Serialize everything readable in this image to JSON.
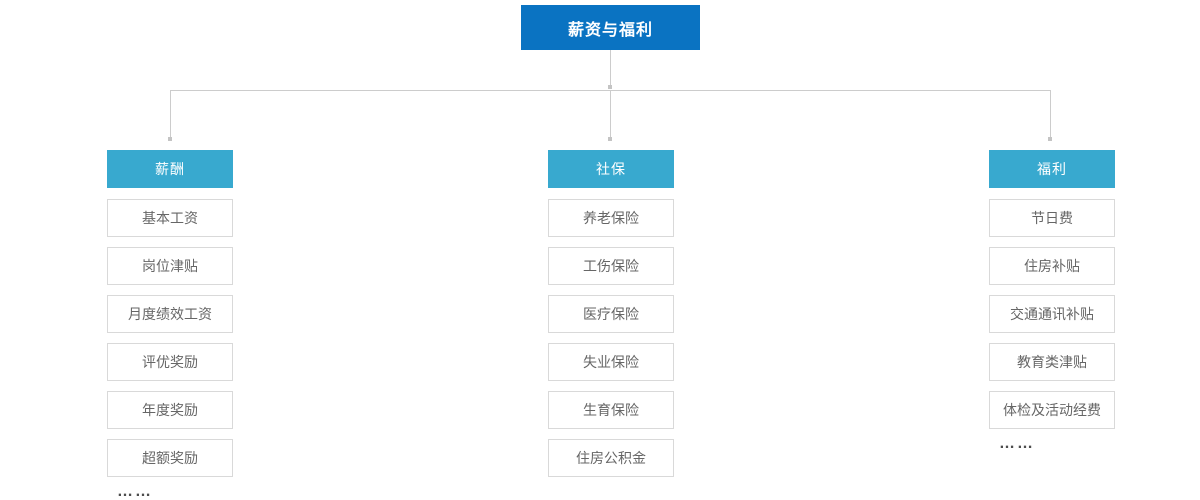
{
  "title": {
    "label": "薪资与福利"
  },
  "colors": {
    "root_bg": "#0a73c2",
    "branch_header_bg": "#38a9cf",
    "item_border": "#d9d9d9",
    "item_text": "#666666",
    "connector_line": "#cccccc"
  },
  "columns": [
    {
      "header": "薪酬",
      "items": [
        "基本工资",
        "岗位津贴",
        "月度绩效工资",
        "评优奖励",
        "年度奖励",
        "超额奖励"
      ],
      "ellipsis": "……"
    },
    {
      "header": "社保",
      "items": [
        "养老保险",
        "工伤保险",
        "医疗保险",
        "失业保险",
        "生育保险",
        "住房公积金"
      ],
      "ellipsis": ""
    },
    {
      "header": "福利",
      "items": [
        "节日费",
        "住房补贴",
        "交通通讯补贴",
        "教育类津贴",
        "体检及活动经费"
      ],
      "ellipsis": "……"
    }
  ]
}
